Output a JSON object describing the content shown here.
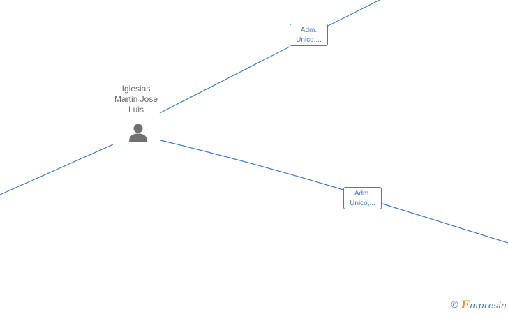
{
  "person": {
    "name": "Iglesias\nMartin Jose\nLuis",
    "icon": "person-icon"
  },
  "roles": [
    {
      "label_line1": "Adm.",
      "label_line2": "Unico,..."
    },
    {
      "label_line1": "Adm.",
      "label_line2": "Unico,..."
    }
  ],
  "colors": {
    "edge": "#3a7bd5",
    "person_text": "#6b6b6b",
    "icon": "#707070",
    "brand_accent": "#f0961e"
  },
  "footer": {
    "copyright": "©",
    "brand_initial": "E",
    "brand_rest": "mpresia"
  }
}
